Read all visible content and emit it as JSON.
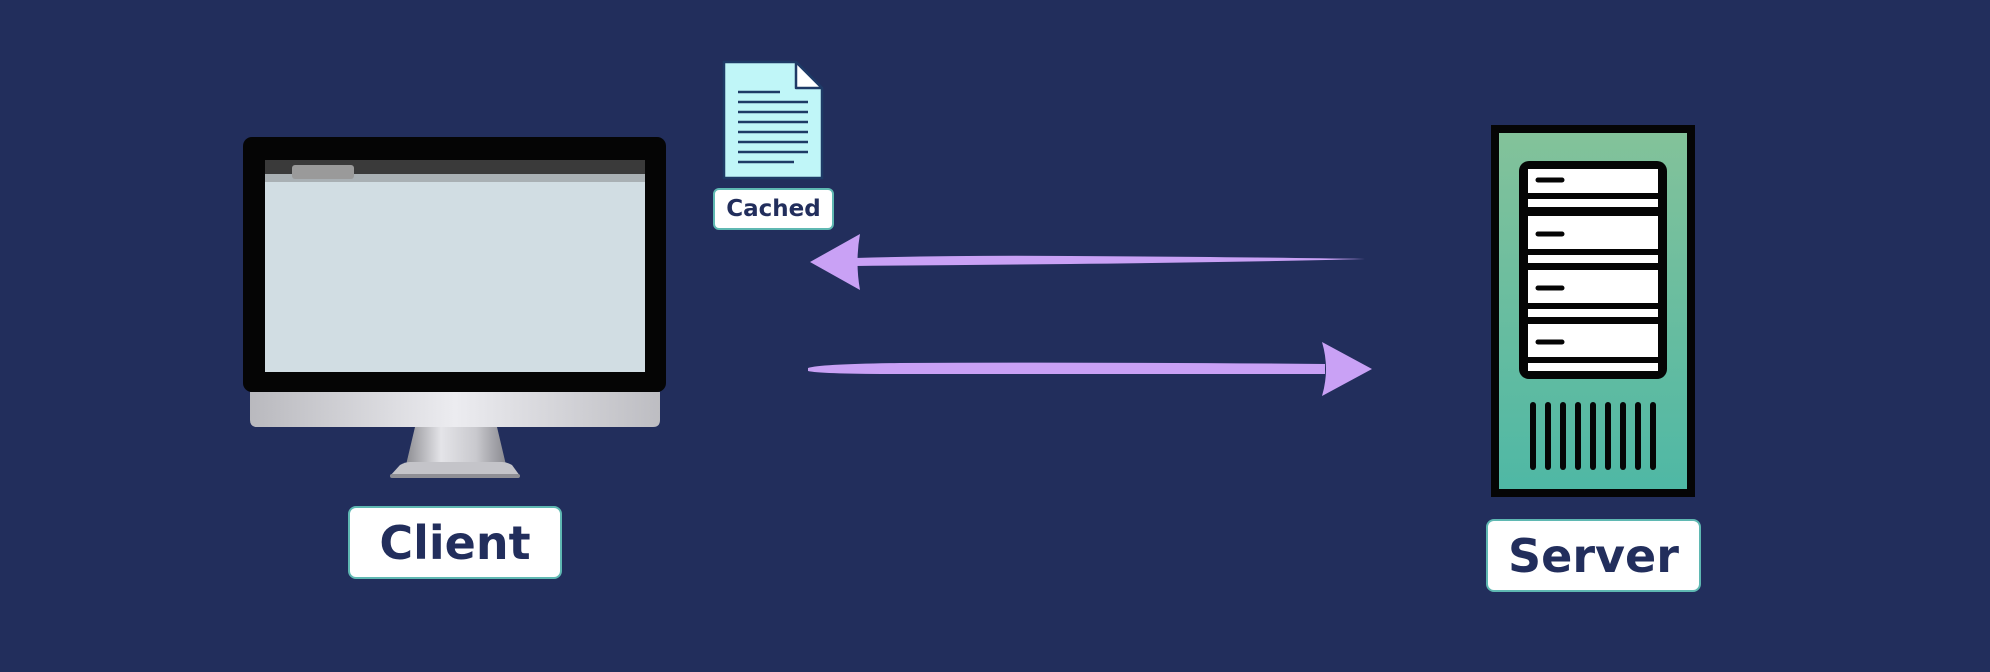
{
  "labels": {
    "client": "Client",
    "server": "Server",
    "cached": "Cached"
  },
  "icons": {
    "client": "desktop-monitor-icon",
    "server": "server-tower-icon",
    "cached": "document-icon"
  },
  "arrows": [
    {
      "from": "server",
      "to": "client"
    },
    {
      "from": "client",
      "to": "server"
    }
  ],
  "colors": {
    "background": "#222e5c",
    "arrow": "#c9a1f5",
    "label_border": "#5fb8b2",
    "label_text": "#222e5c",
    "server_gradient_top": "#83c29a",
    "server_gradient_bottom": "#4fb8a5",
    "document_fill": "#c0f6f8"
  }
}
